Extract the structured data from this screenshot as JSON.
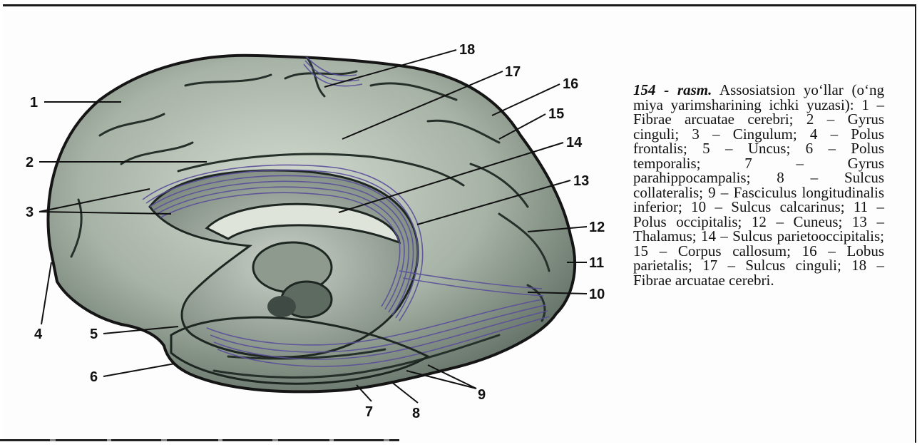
{
  "figure": {
    "labels": [
      "1",
      "2",
      "3",
      "4",
      "5",
      "6",
      "7",
      "8",
      "9",
      "10",
      "11",
      "12",
      "13",
      "14",
      "15",
      "16",
      "17",
      "18"
    ]
  },
  "caption": {
    "figure_number": "154 - rasm.",
    "title": "Assosiatsion yo‘llar (o‘ng miya yarimsharining ichki yuzasi):",
    "legend": "1 – Fibrae arcuatae cerebri; 2 – Gyrus cinguli; 3 – Cingulum; 4 – Polus frontalis; 5 – Uncus; 6 – Polus temporalis; 7 – Gyrus parahippocampalis; 8 – Sulcus collateralis; 9 – Fasciculus longitudinalis inferior; 10 – Sulcus calcarinus; 11 – Polus occipitalis; 12 – Cuneus; 13 – Thalamus; 14 – Sulcus parietooccipitalis; 15 – Corpus callosum; 16 – Lobus parietalis; 17 – Sulcus cinguli; 18 – Fibrae arcuatae cerebri."
  },
  "colors": {
    "cortex_light": "#b8c2b6",
    "cortex_dark": "#3e4a43",
    "fiber": "#5a4e9a",
    "outline": "#151515"
  }
}
